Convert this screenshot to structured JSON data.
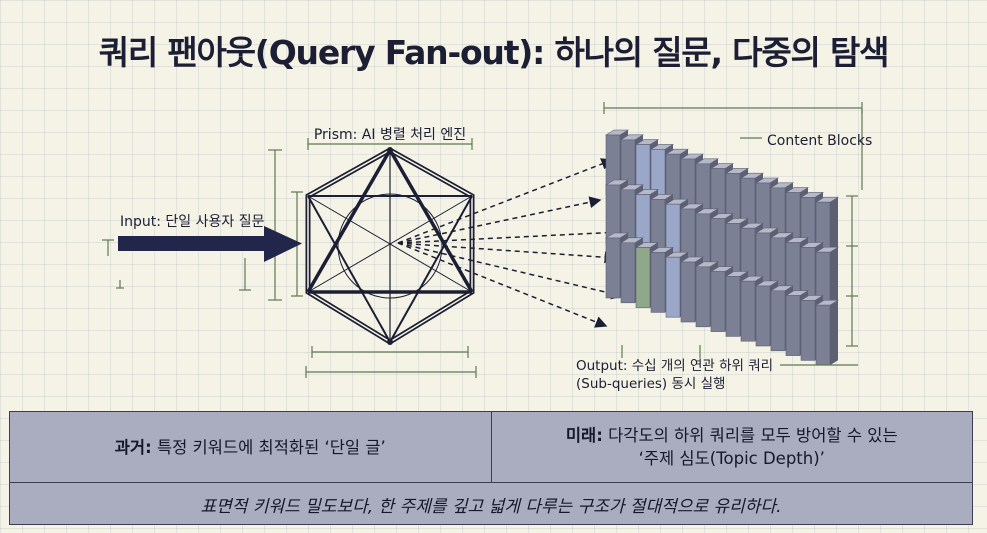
{
  "title": "쿼리 팬아웃(Query Fan-out): 하나의 질문, 다중의 탐색",
  "diagram": {
    "prism_label": "Prism: AI 병렬 처리 엔진",
    "input_label": "Input: 단일 사용자 질문",
    "content_label": "Content Blocks",
    "output_line1": "Output: 수십 개의 연관 하위 쿼리",
    "output_line2": "(Sub-queries) 동시 실행",
    "colors": {
      "ink": "#1c1f33",
      "arrow": "#22264a",
      "measure": "#5f7a4f",
      "block_front": "#7c8094",
      "block_top": "#b6b9c9",
      "block_side": "#5d6073",
      "block_highlight": "#9aa7c9",
      "block_green": "#8fa88a"
    }
  },
  "comparison": {
    "past_label": "과거:",
    "past_text": "특정 키워드에 최적화된 ‘단일 글’",
    "future_label": "미래:",
    "future_text1": "다각도의 하위 쿼리를 모두 방어할 수 있는",
    "future_text2": "‘주제 심도(Topic Depth)’",
    "summary": "표면적 키워드 밀도보다, 한 주제를 깊고 넓게 다루는 구조가 절대적으로 유리하다."
  }
}
